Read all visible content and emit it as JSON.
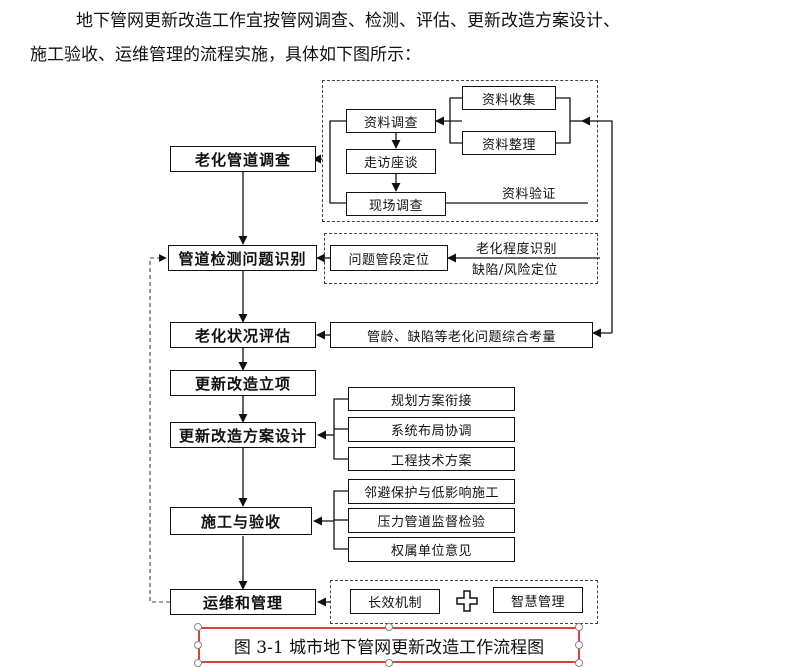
{
  "paragraph": {
    "line1": "地下管网更新改造工作宜按管网调查、检测、评估、更新改造方案设计、",
    "line2": "施工验收、运维管理的流程实施，具体如下图所示："
  },
  "flow": {
    "main": [
      "老化管道调查",
      "管道检测问题识别",
      "老化状况评估",
      "更新改造立项",
      "更新改造方案设计",
      "施工与验收",
      "运维和管理"
    ],
    "survey": [
      "资料调查",
      "走访座谈",
      "现场调查"
    ],
    "data": [
      "资料收集",
      "资料整理"
    ],
    "data_verify": "资料验证",
    "problem_locate": "问题管段定位",
    "aging_identify": "老化程度识别",
    "defect_locate": "缺陷/风险定位",
    "assessment": "管龄、缺陷等老化问题综合考量",
    "design": [
      "规划方案衔接",
      "系统布局协调",
      "工程技术方案"
    ],
    "construction": [
      "邻避保护与低影响施工",
      "压力管道监督检验",
      "权属单位意见"
    ],
    "operation": [
      "长效机制",
      "智慧管理"
    ]
  },
  "caption": "图 3-1 城市地下管网更新改造工作流程图"
}
